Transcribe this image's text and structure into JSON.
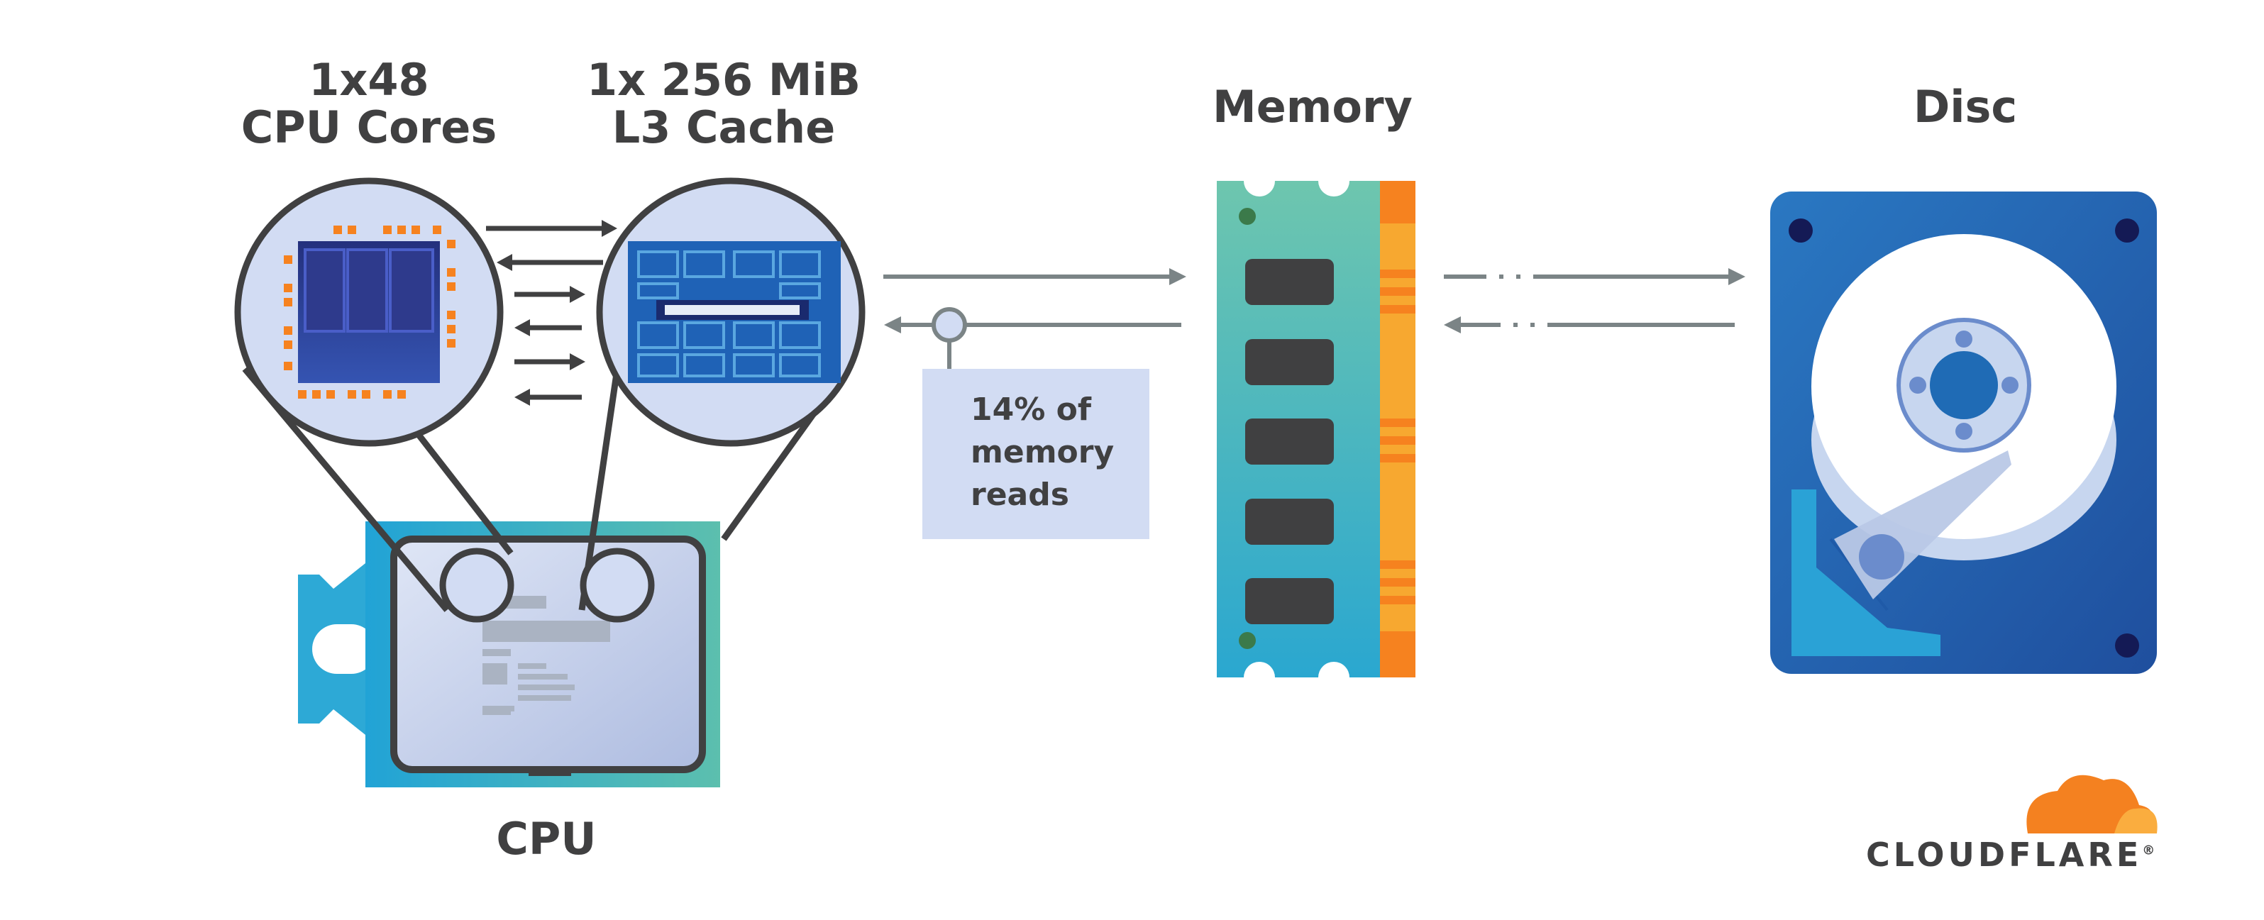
{
  "labels": {
    "cores_line1": "1x48",
    "cores_line2": "CPU Cores",
    "cache_line1": "1x 256 MiB",
    "cache_line2": "L3 Cache",
    "memory": "Memory",
    "disc": "Disc",
    "cpu": "CPU"
  },
  "annotation": {
    "line1": "14% of",
    "line2": "memory",
    "line3": "reads"
  },
  "brand": {
    "name": "CLOUDFLARE",
    "mark": "®"
  },
  "colors": {
    "text": "#404041",
    "arrow_dark": "#404041",
    "arrow_grey": "#7b8486",
    "circle_fill": "#d2dcf3",
    "cpu_chip_teal": "#2bb1c9",
    "die_blue": "#2e3a8c",
    "cache_blue": "#1f62b6",
    "pin_orange": "#f6821f",
    "ram_teal": "#5ec1b4",
    "ram_orange": "#f7a830",
    "disc_blue": "#1f5aa8",
    "annotation_bg": "#d2dcf3",
    "cloudflare_orange": "#f48120",
    "cloudflare_yellow": "#faad3f"
  },
  "icons": [
    "cpu-chip-icon",
    "cpu-die-icon",
    "l3-cache-icon",
    "memory-module-icon",
    "hard-disk-icon",
    "cloudflare-cloud-icon"
  ]
}
